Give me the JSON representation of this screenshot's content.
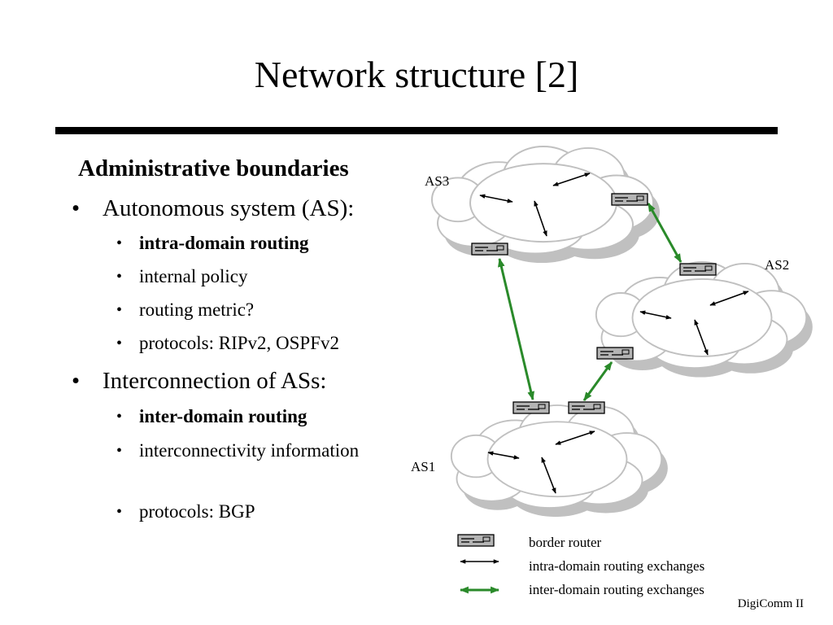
{
  "slide": {
    "title": "Network structure [2]",
    "footer": "DigiComm II"
  },
  "left_panel": {
    "heading": "Administrative boundaries",
    "sections": [
      {
        "label": "Autonomous system (AS):",
        "items": [
          "intra-domain routing",
          "internal policy",
          "routing metric?",
          "protocols: RIPv2, OSPFv2"
        ]
      },
      {
        "label": "Interconnection of ASs:",
        "items": [
          "inter-domain routing",
          "interconnectivity information",
          "protocols: BGP"
        ]
      }
    ]
  },
  "diagram": {
    "as_labels": [
      "AS3",
      "AS2",
      "AS1"
    ],
    "legend": {
      "border_router": "border router",
      "intra_domain": "intra-domain routing exchanges",
      "inter_domain": "inter-domain routing exchanges"
    },
    "colors": {
      "inter_domain_arrow": "#2a8a2a",
      "intra_domain_arrow": "#000000",
      "cloud_fill": "#ffffff",
      "cloud_shadow": "#c0c0c0",
      "router_fill": "#b4b4b4"
    },
    "icons": [
      "cloud-icon",
      "router-icon",
      "double-arrow-icon"
    ]
  }
}
